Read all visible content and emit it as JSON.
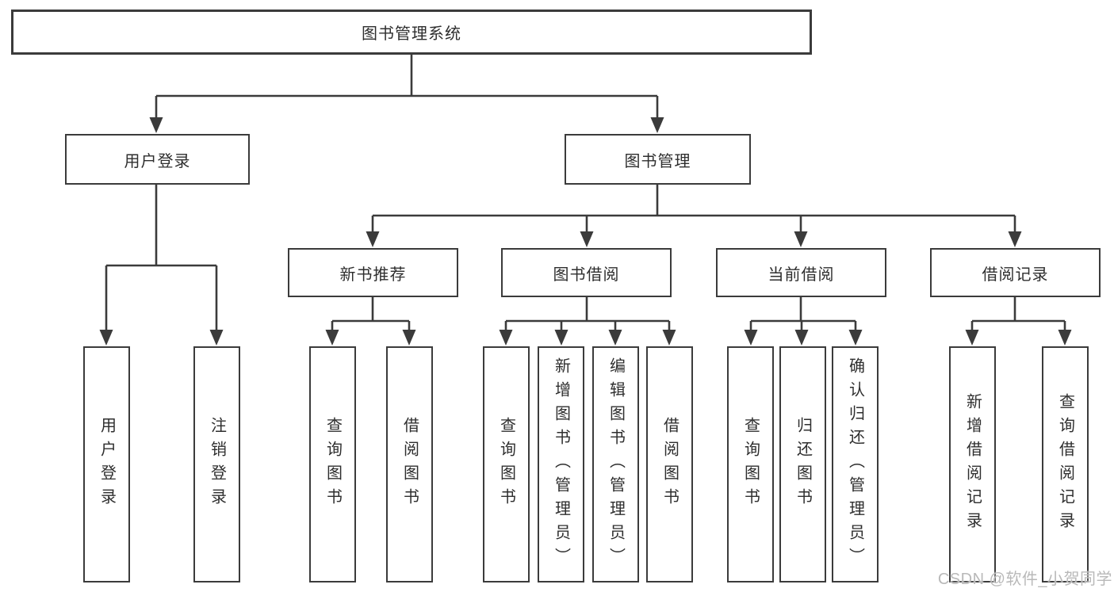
{
  "colors": {
    "line": "#3b3b3b",
    "box_border": "#3b3b3b",
    "text": "#2e2e2e",
    "background": "#ffffff",
    "watermark": "#b9b9b9"
  },
  "watermark": {
    "text": "CSDN @软件_小贺同学"
  },
  "diagram": {
    "root": {
      "label": "图书管理系统"
    },
    "level2": [
      {
        "label": "用户登录"
      },
      {
        "label": "图书管理"
      }
    ],
    "level3": [
      {
        "label": "新书推荐"
      },
      {
        "label": "图书借阅"
      },
      {
        "label": "当前借阅"
      },
      {
        "label": "借阅记录"
      }
    ],
    "leaves": {
      "user_login": [
        {
          "label": "用户登录"
        },
        {
          "label": "注销登录"
        }
      ],
      "new_book_recommend": [
        {
          "label": "查询图书"
        },
        {
          "label": "借阅图书"
        }
      ],
      "book_borrow": [
        {
          "label": "查询图书"
        },
        {
          "label": "新增图书（管理员）"
        },
        {
          "label": "编辑图书（管理员）"
        },
        {
          "label": "借阅图书"
        }
      ],
      "current_borrow": [
        {
          "label": "查询图书"
        },
        {
          "label": "归还图书"
        },
        {
          "label": "确认归还（管理员）"
        }
      ],
      "borrow_record": [
        {
          "label": "新增借阅记录"
        },
        {
          "label": "查询借阅记录"
        }
      ]
    }
  }
}
